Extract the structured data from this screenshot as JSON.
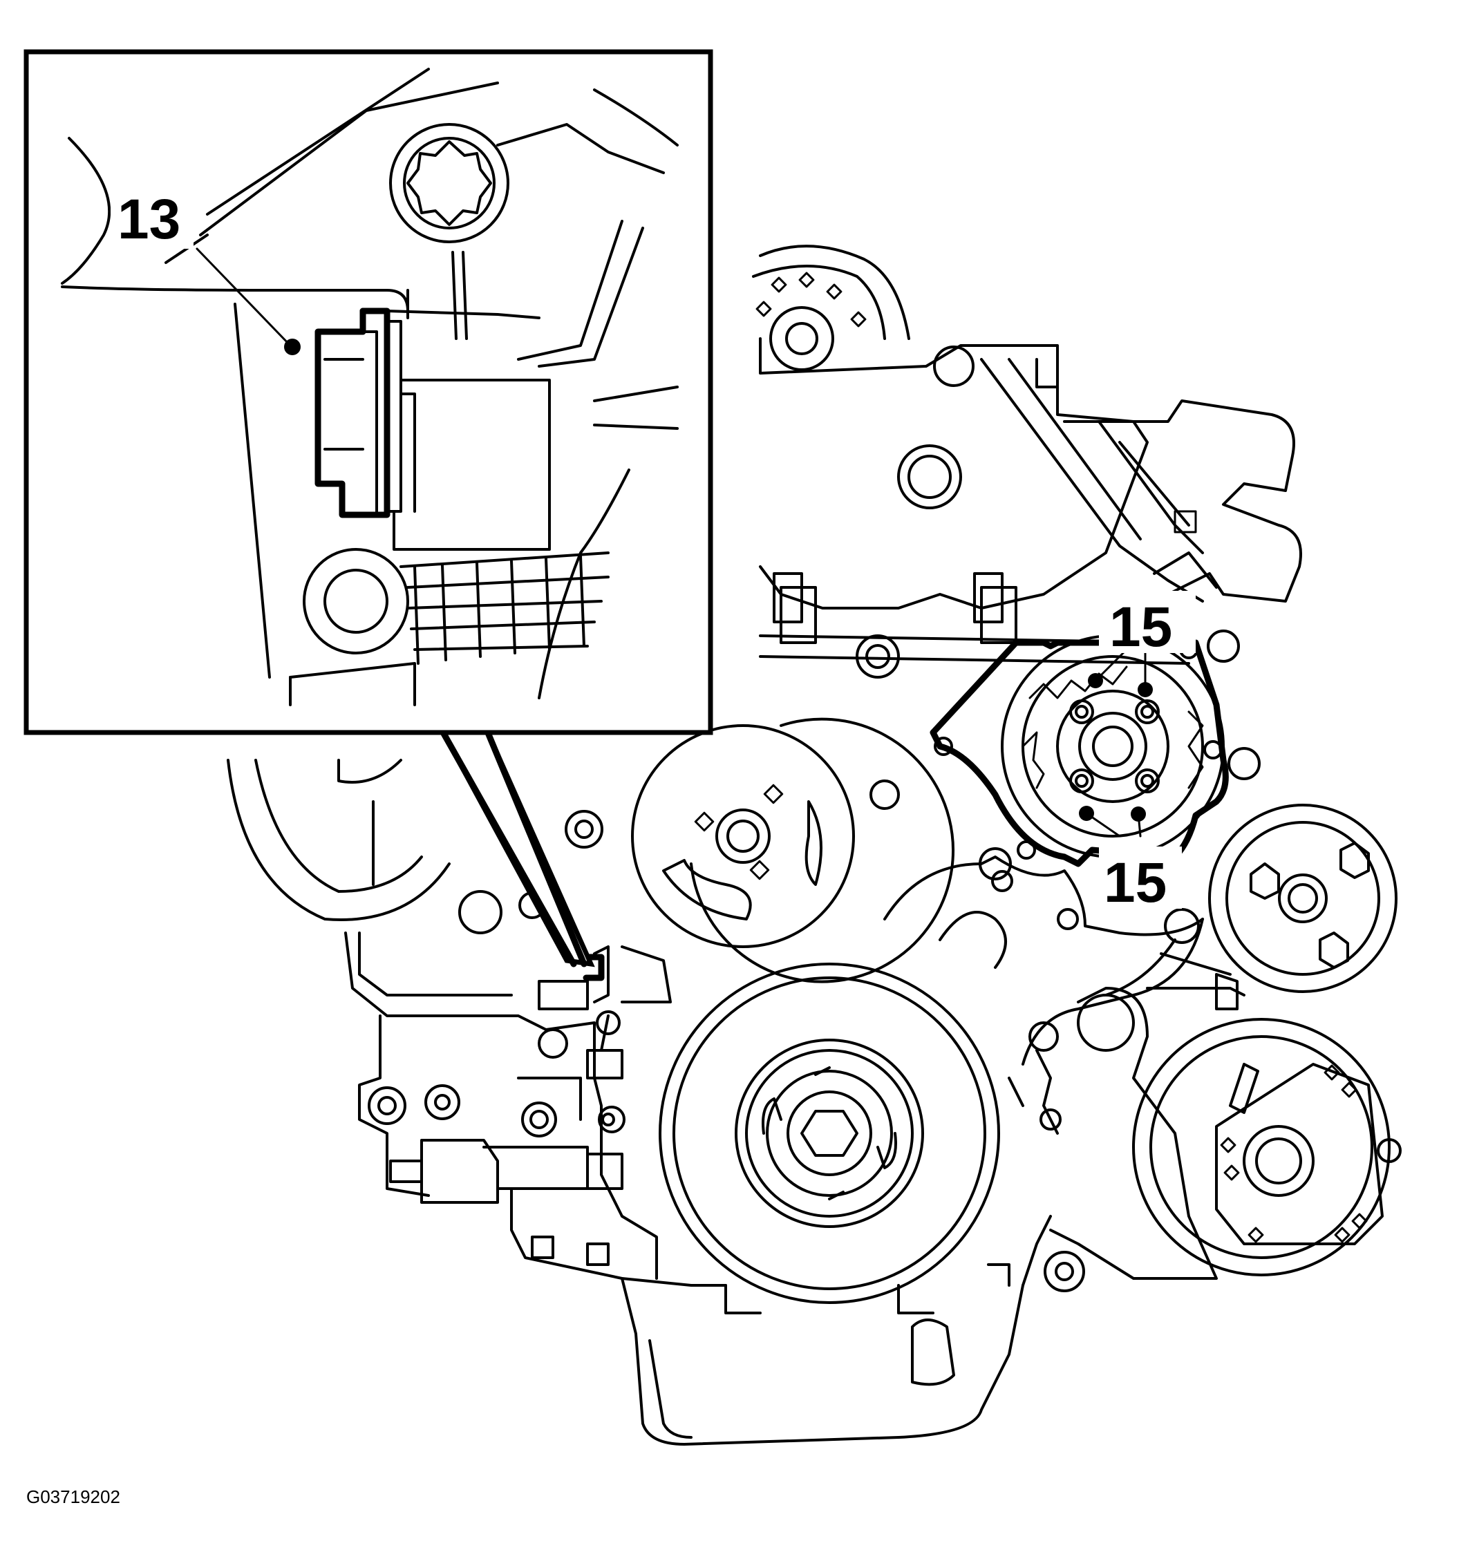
{
  "figure_id": "G03719202",
  "callouts": {
    "inset_label": "13",
    "pump_label_top": "15",
    "pump_label_bottom": "15"
  },
  "colors": {
    "line": "#000000",
    "background": "#ffffff"
  }
}
